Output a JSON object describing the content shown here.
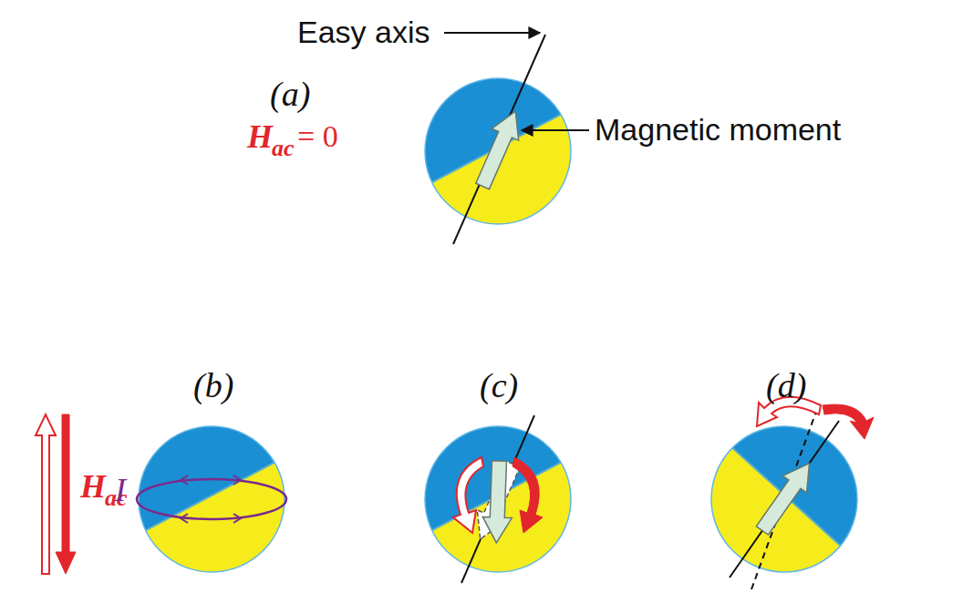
{
  "diagram": {
    "labels": [
      "Easy axis",
      "(a)",
      "H",
      "ac",
      "= 0",
      "Magnetic moment",
      "(b)",
      "H",
      "ac",
      "I",
      "(c)",
      "(d)"
    ]
  }
}
